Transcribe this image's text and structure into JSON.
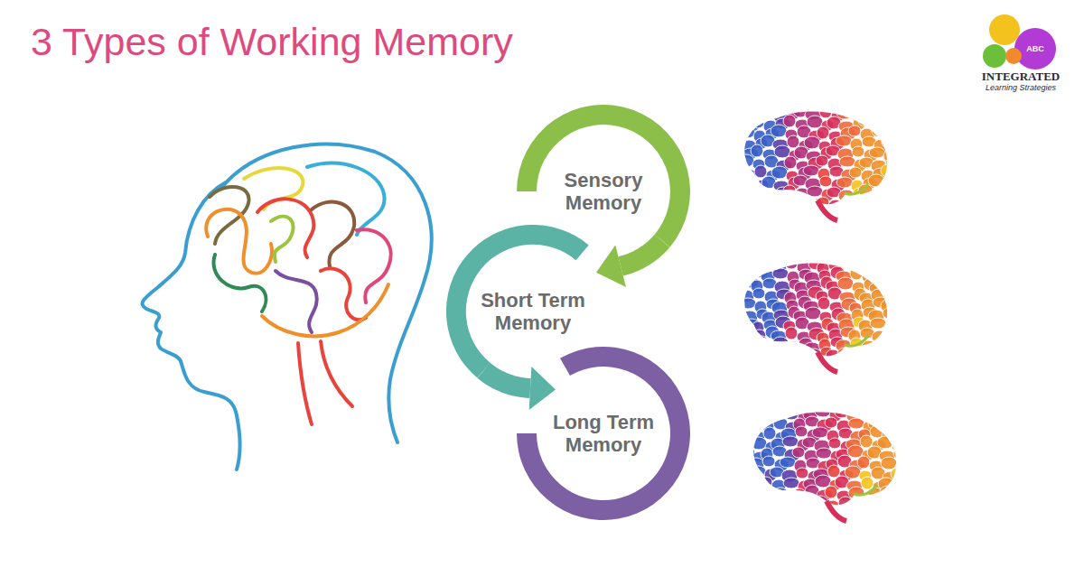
{
  "diagram": {
    "title": "3 Types of Working Memory",
    "nodes": [
      {
        "text": [
          "Sensory Memory"
        ]
      },
      {
        "text": [
          "Short Term Memory"
        ]
      },
      {
        "text": [
          "Long Term Memory"
        ]
      }
    ],
    "edges": [
      {
        "from": 0,
        "to": 1,
        "arrow": "to"
      },
      {
        "from": 1,
        "to": 2,
        "arrow": "to"
      }
    ],
    "labels": [
      "ABC",
      "INTEGRATED",
      "Learning Strategies"
    ]
  }
}
